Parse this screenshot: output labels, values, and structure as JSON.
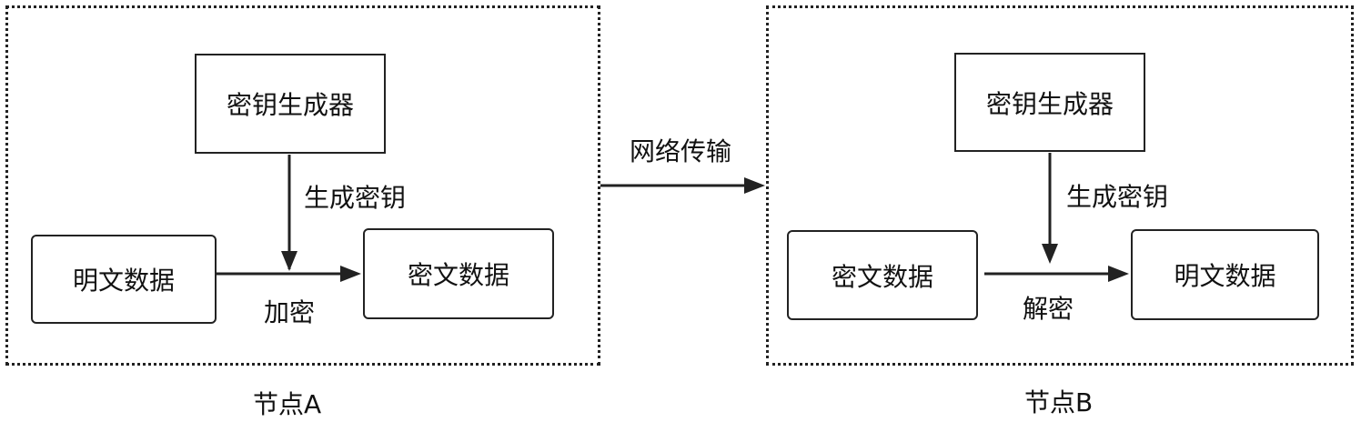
{
  "nodes": [
    {
      "caption": "节点A",
      "generator_label": "密钥生成器",
      "key_edge_label": "生成密钥",
      "input_label": "明文数据",
      "output_label": "密文数据",
      "process_label": "加密"
    },
    {
      "caption": "节点B",
      "generator_label": "密钥生成器",
      "key_edge_label": "生成密钥",
      "input_label": "密文数据",
      "output_label": "明文数据",
      "process_label": "解密"
    }
  ],
  "network_label": "网络传输",
  "colors": {
    "stroke": "#222222",
    "background": "#ffffff"
  }
}
